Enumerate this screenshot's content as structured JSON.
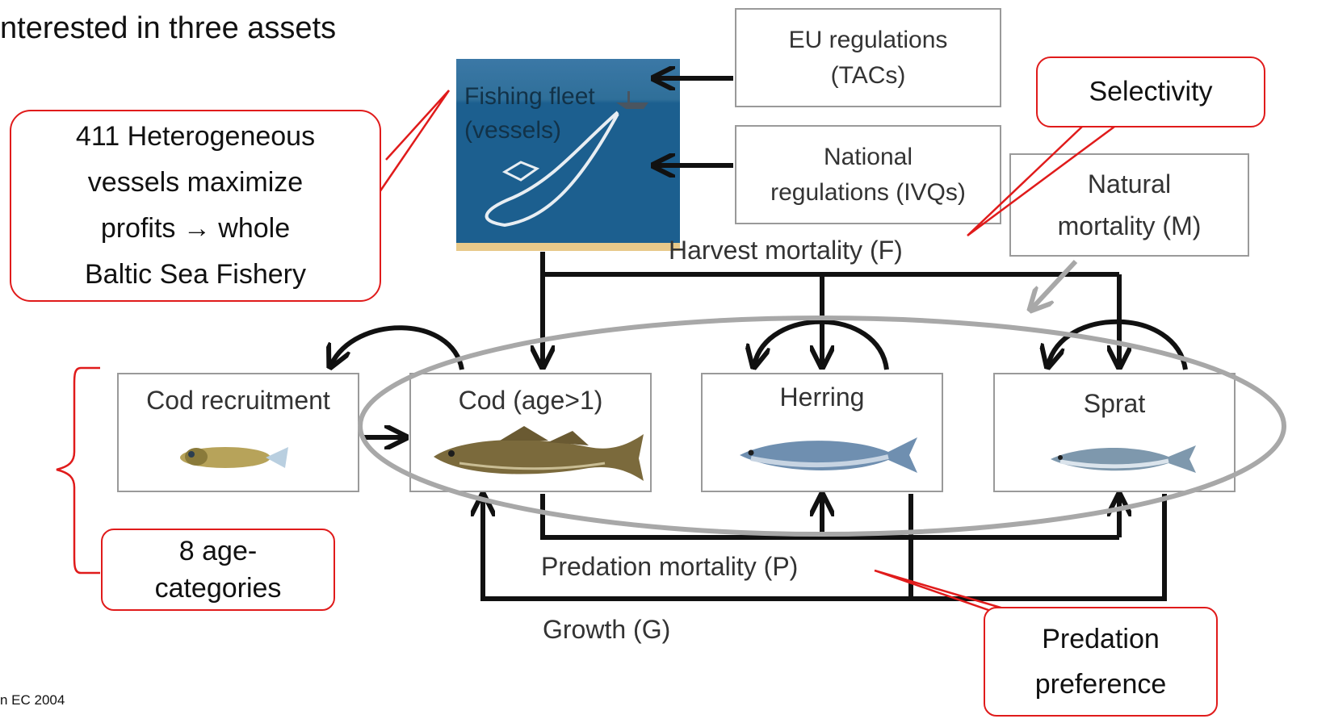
{
  "header": {
    "text": "nterested in three assets"
  },
  "source": {
    "text": "n EC 2004"
  },
  "fleet": {
    "label_line1": "Fishing fleet",
    "label_line2": "(vessels)"
  },
  "regulations": {
    "eu": {
      "line1": "EU regulations",
      "line2": "(TACs)"
    },
    "national": {
      "line1": "National",
      "line2": "regulations (IVQs)"
    }
  },
  "natural_mortality": {
    "line1": "Natural",
    "line2": "mortality (M)"
  },
  "species": {
    "cod_recruitment": "Cod recruitment",
    "cod": "Cod (age>1)",
    "herring": "Herring",
    "sprat": "Sprat"
  },
  "flows": {
    "harvest": "Harvest mortality (F)",
    "predation": "Predation mortality (P)",
    "growth": "Growth (G)"
  },
  "callouts": {
    "vessels": [
      "411 Heterogeneous",
      "vessels maximize",
      "profits → whole",
      "Baltic Sea Fishery"
    ],
    "selectivity": "Selectivity",
    "age_categories": [
      "8 age-",
      "categories"
    ],
    "predation_preference": [
      "Predation",
      "preference"
    ]
  },
  "colors": {
    "callout_border": "#e01b1b",
    "arrow": "#111111",
    "grey": "#a8a8a8",
    "sea": "#1c5f8f",
    "sand": "#e8c98a"
  }
}
